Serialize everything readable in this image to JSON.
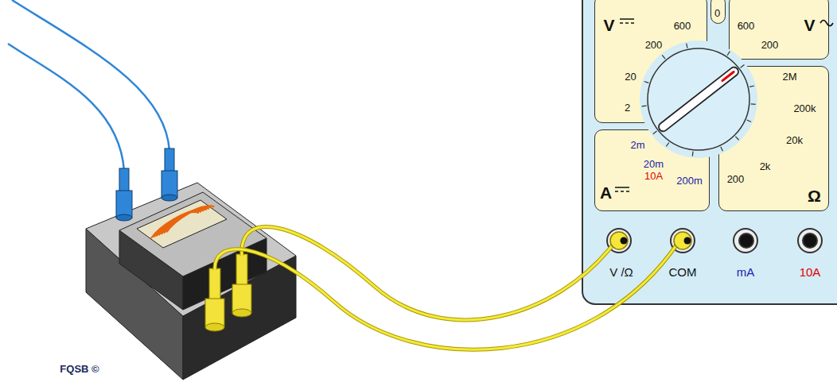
{
  "diagram": {
    "nodes": [
      {
        "text": [
          "V",
          "600",
          "200",
          "20",
          "2"
        ]
      },
      {
        "text": [
          "0"
        ]
      },
      {
        "text": [
          "600",
          "V",
          "200"
        ]
      },
      {
        "text": [
          "2m",
          "20m",
          "10A",
          "200m",
          "A"
        ]
      },
      {
        "text": [
          "2M",
          "200k",
          "20k",
          "2k",
          "200",
          "Ω"
        ]
      }
    ],
    "labels": [
      "V /Ω",
      "COM",
      "mA",
      "10A",
      "FQSB ©"
    ]
  }
}
